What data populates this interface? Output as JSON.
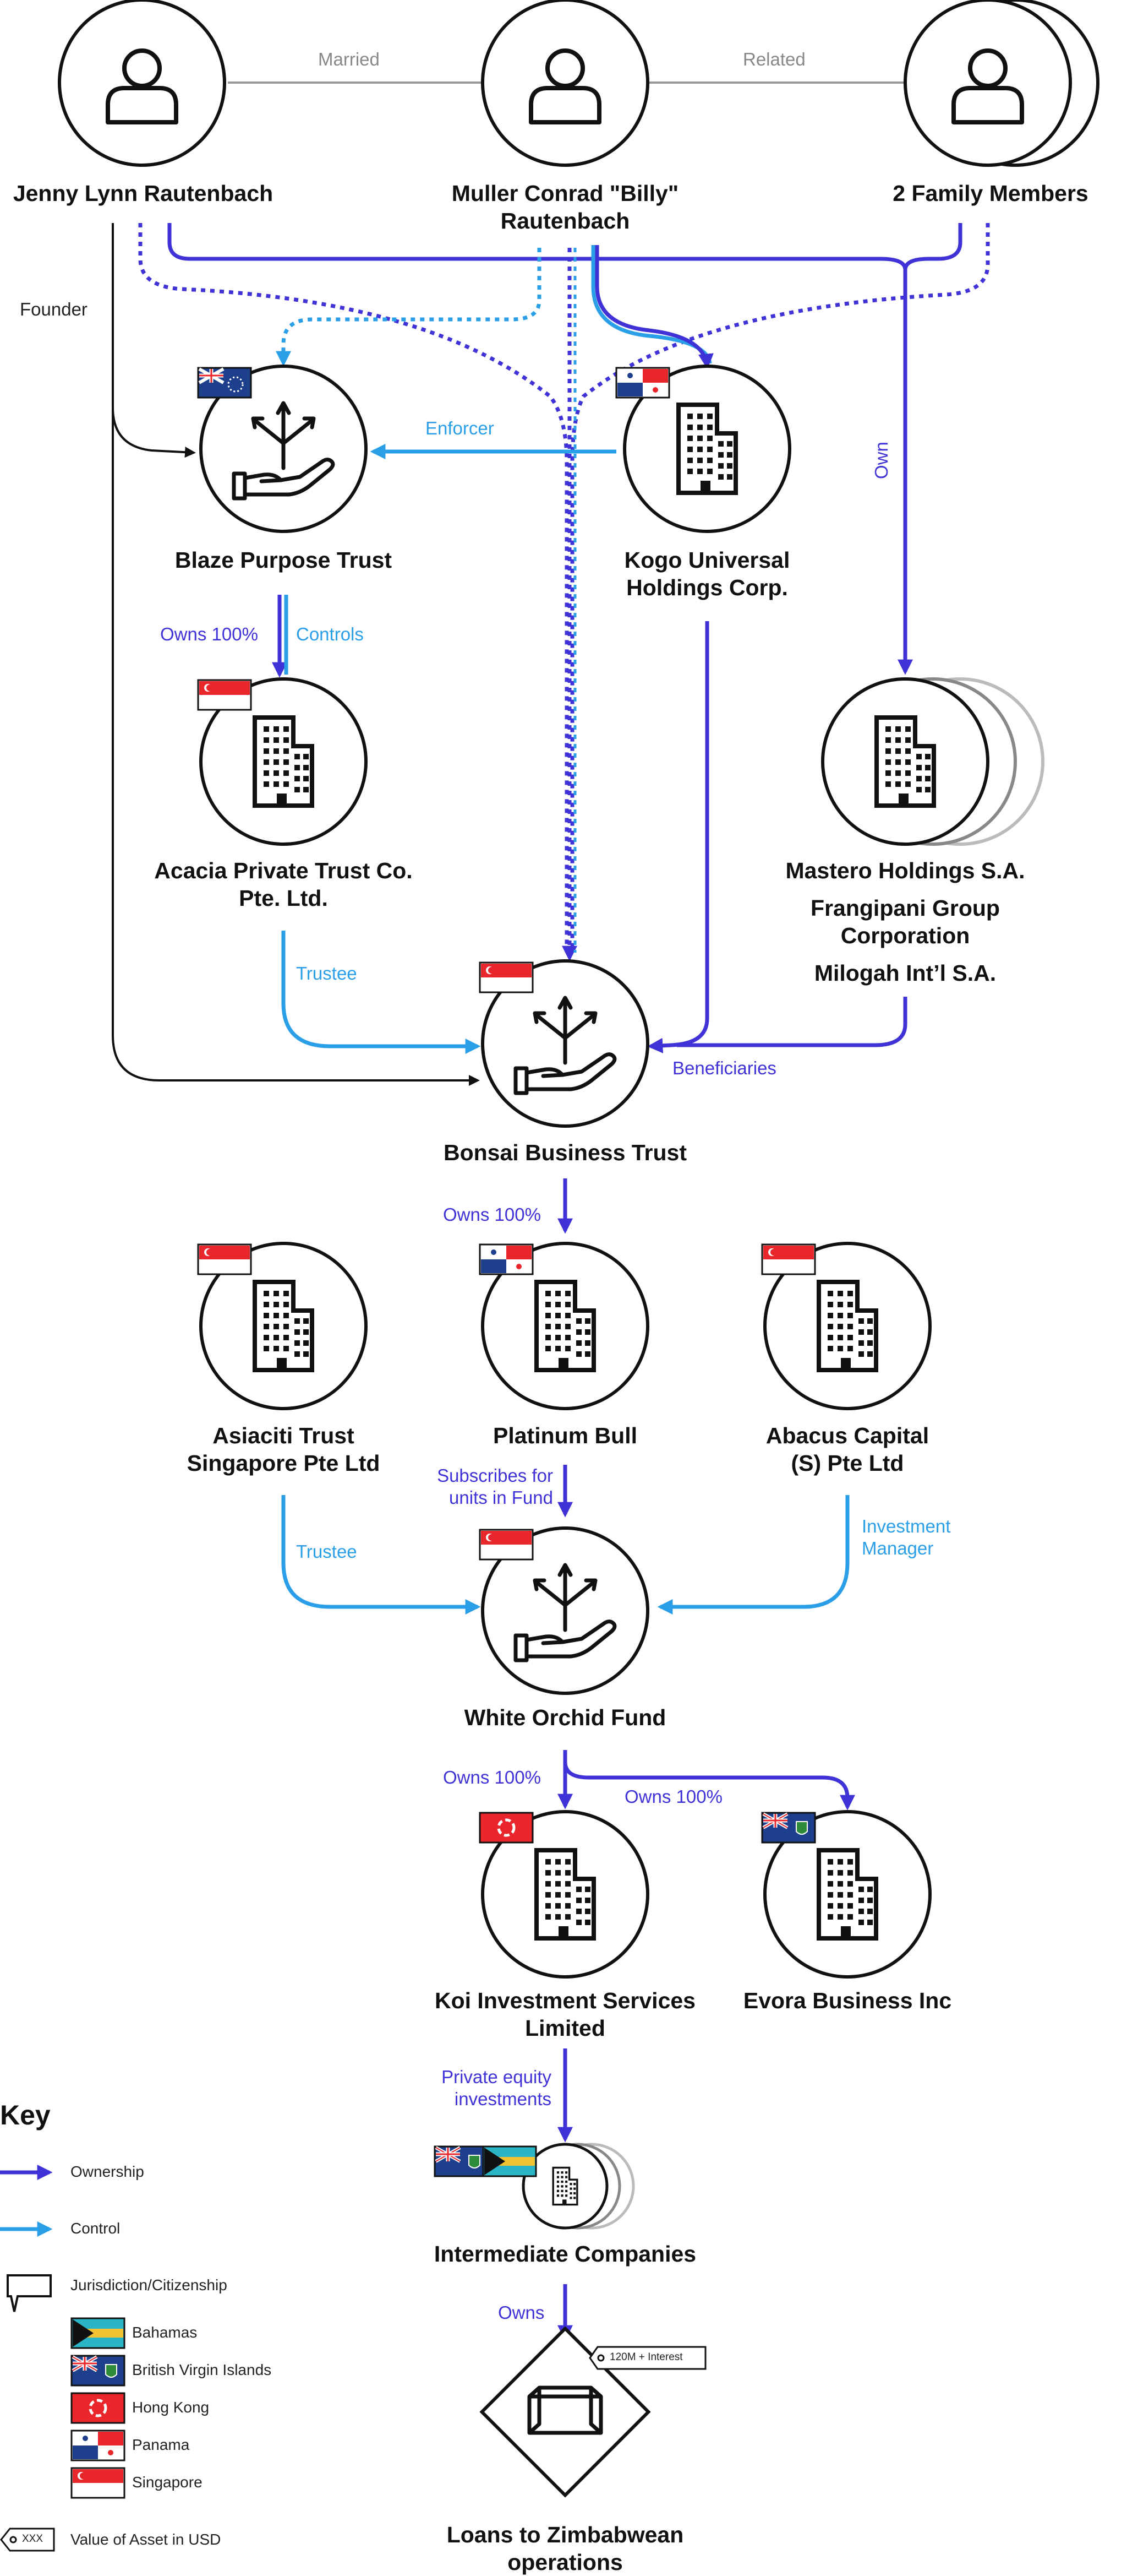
{
  "entities": {
    "jenny": "Jenny Lynn Rautenbach",
    "billy_line1": "Muller Conrad \"Billy\"",
    "billy_line2": "Rautenbach",
    "family": "2 Family Members",
    "blaze": "Blaze Purpose Trust",
    "kogo_line1": "Kogo Universal",
    "kogo_line2": "Holdings Corp.",
    "acacia_line1": "Acacia Private Trust Co.",
    "acacia_line2": "Pte. Ltd.",
    "mastero": "Mastero Holdings S.A.",
    "frangipani_line1": "Frangipani Group",
    "frangipani_line2": "Corporation",
    "milogah": "Milogah Int’l S.A.",
    "bonsai": "Bonsai Business Trust",
    "asiaciti_line1": "Asiaciti Trust",
    "asiaciti_line2": "Singapore Pte Ltd",
    "platinum": "Platinum Bull",
    "abacus_line1": "Abacus Capital",
    "abacus_line2": "(S) Pte Ltd",
    "orchid": "White Orchid Fund",
    "koi_line1": "Koi Investment Services",
    "koi_line2": "Limited",
    "evora": "Evora Business Inc",
    "intermediate": "Intermediate Companies",
    "loans_line1": "Loans to Zimbabwean",
    "loans_line2": "operations"
  },
  "edges": {
    "married": "Married",
    "related": "Related",
    "founder": "Founder",
    "enforcer": "Enforcer",
    "own": "Own",
    "owns100_a": "Owns 100%",
    "controls": "Controls",
    "trustee_a": "Trustee",
    "beneficiaries": "Beneficiaries",
    "owns100_b": "Owns 100%",
    "subscribes_line1": "Subscribes for",
    "subscribes_line2": "units in Fund",
    "trustee_b": "Trustee",
    "investment_line1": "Investment",
    "investment_line2": "Manager",
    "owns100_c": "Owns 100%",
    "owns100_d": "Owns 100%",
    "pe_line1": "Private equity",
    "pe_line2": "investments",
    "owns": "Owns"
  },
  "asset_value": "120M + Interest",
  "key": {
    "title": "Key",
    "ownership": "Ownership",
    "control": "Control",
    "jurisdiction": "Jurisdiction/Citizenship",
    "bahamas": "Bahamas",
    "bvi": "British Virgin Islands",
    "hongkong": "Hong Kong",
    "panama": "Panama",
    "singapore": "Singapore",
    "value_tag": "XXX",
    "value": "Value of Asset in USD"
  },
  "colors": {
    "ownership": "#3f32d6",
    "control": "#2a9fe8",
    "relation": "#888888",
    "outline": "#111111"
  }
}
